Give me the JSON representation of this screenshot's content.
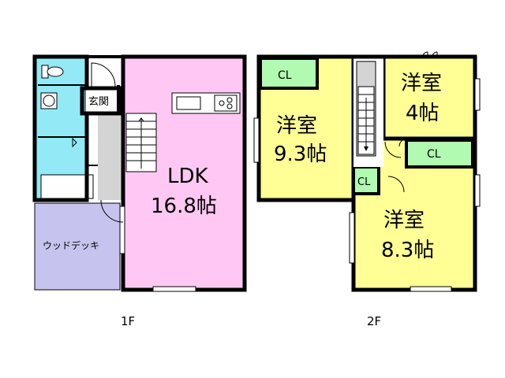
{
  "floors": [
    {
      "label": "1F",
      "rooms": [
        {
          "name": "LDK",
          "size": "16.8帖"
        },
        {
          "name": "玄関"
        },
        {
          "name": "ウッドデッキ"
        }
      ]
    },
    {
      "label": "2F",
      "rooms": [
        {
          "name": "洋室",
          "size": "9.3帖"
        },
        {
          "name": "洋室",
          "size": "4帖"
        },
        {
          "name": "洋室",
          "size": "8.3帖"
        },
        {
          "name": "CL"
        },
        {
          "name": "CL"
        },
        {
          "name": "CL"
        }
      ]
    }
  ],
  "colors": {
    "ldk": "#ffc8f4",
    "wet": "#93e9f5",
    "deck": "#c6c4ee",
    "room": "#ffff96",
    "closet": "#b1fab1",
    "stair": "#d4d4d4",
    "wall": "#000000"
  }
}
